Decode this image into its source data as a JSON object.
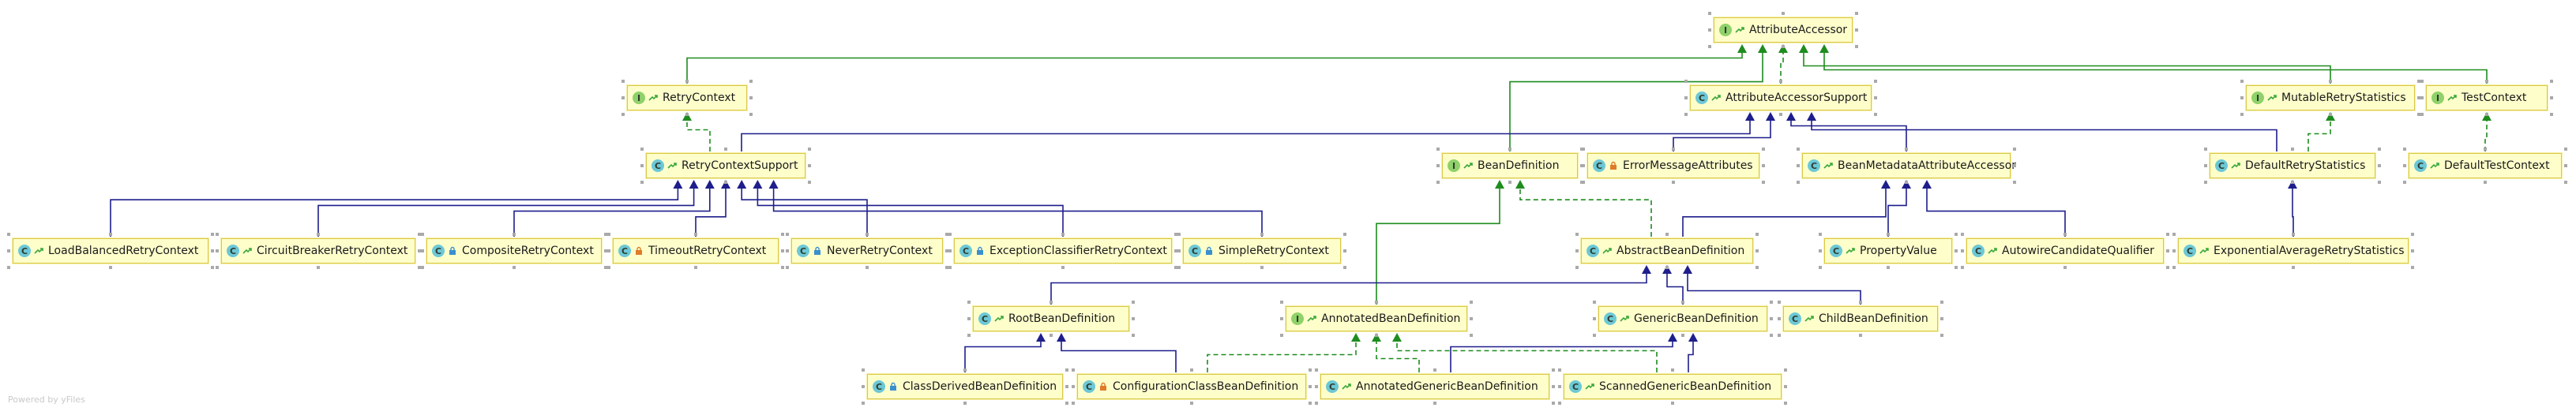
{
  "watermark": "Powered by yFiles",
  "colors": {
    "extends_edge": "#1e1e8c",
    "implements_edge": "#1e8c1e",
    "node_fill": "#fefecb",
    "node_border": "#d9c84a",
    "class_badge": "#6cc8d6",
    "interface_badge": "#8fd16a"
  },
  "legend": {
    "class_badge_letter": "C",
    "interface_badge_letter": "I"
  },
  "nodes": [
    {
      "id": "AttributeAccessor",
      "label": "AttributeAccessor",
      "kind": "interface",
      "visibility": "public"
    },
    {
      "id": "RetryContext",
      "label": "RetryContext",
      "kind": "interface",
      "visibility": "public"
    },
    {
      "id": "AttributeAccessorSupport",
      "label": "AttributeAccessorSupport",
      "kind": "class",
      "visibility": "public"
    },
    {
      "id": "MutableRetryStatistics",
      "label": "MutableRetryStatistics",
      "kind": "interface",
      "visibility": "public"
    },
    {
      "id": "TestContext",
      "label": "TestContext",
      "kind": "interface",
      "visibility": "public"
    },
    {
      "id": "RetryContextSupport",
      "label": "RetryContextSupport",
      "kind": "class",
      "visibility": "public"
    },
    {
      "id": "BeanDefinition",
      "label": "BeanDefinition",
      "kind": "interface",
      "visibility": "public"
    },
    {
      "id": "ErrorMessageAttributes",
      "label": "ErrorMessageAttributes",
      "kind": "class",
      "visibility": "private"
    },
    {
      "id": "BeanMetadataAttributeAccessor",
      "label": "BeanMetadataAttributeAccessor",
      "kind": "class",
      "visibility": "public"
    },
    {
      "id": "DefaultRetryStatistics",
      "label": "DefaultRetryStatistics",
      "kind": "class",
      "visibility": "public"
    },
    {
      "id": "DefaultTestContext",
      "label": "DefaultTestContext",
      "kind": "class",
      "visibility": "public"
    },
    {
      "id": "LoadBalancedRetryContext",
      "label": "LoadBalancedRetryContext",
      "kind": "class",
      "visibility": "public"
    },
    {
      "id": "CircuitBreakerRetryContext",
      "label": "CircuitBreakerRetryContext",
      "kind": "class",
      "visibility": "public"
    },
    {
      "id": "CompositeRetryContext",
      "label": "CompositeRetryContext",
      "kind": "class",
      "visibility": "package"
    },
    {
      "id": "TimeoutRetryContext",
      "label": "TimeoutRetryContext",
      "kind": "class",
      "visibility": "private"
    },
    {
      "id": "NeverRetryContext",
      "label": "NeverRetryContext",
      "kind": "class",
      "visibility": "package"
    },
    {
      "id": "ExceptionClassifierRetryContext",
      "label": "ExceptionClassifierRetryContext",
      "kind": "class",
      "visibility": "package"
    },
    {
      "id": "SimpleRetryContext",
      "label": "SimpleRetryContext",
      "kind": "class",
      "visibility": "package"
    },
    {
      "id": "AbstractBeanDefinition",
      "label": "AbstractBeanDefinition",
      "kind": "class",
      "visibility": "public"
    },
    {
      "id": "PropertyValue",
      "label": "PropertyValue",
      "kind": "class",
      "visibility": "public"
    },
    {
      "id": "AutowireCandidateQualifier",
      "label": "AutowireCandidateQualifier",
      "kind": "class",
      "visibility": "public"
    },
    {
      "id": "ExponentialAverageRetryStatistics",
      "label": "ExponentialAverageRetryStatistics",
      "kind": "class",
      "visibility": "public"
    },
    {
      "id": "RootBeanDefinition",
      "label": "RootBeanDefinition",
      "kind": "class",
      "visibility": "public"
    },
    {
      "id": "AnnotatedBeanDefinition",
      "label": "AnnotatedBeanDefinition",
      "kind": "interface",
      "visibility": "public"
    },
    {
      "id": "GenericBeanDefinition",
      "label": "GenericBeanDefinition",
      "kind": "class",
      "visibility": "public"
    },
    {
      "id": "ChildBeanDefinition",
      "label": "ChildBeanDefinition",
      "kind": "class",
      "visibility": "public"
    },
    {
      "id": "ClassDerivedBeanDefinition",
      "label": "ClassDerivedBeanDefinition",
      "kind": "class",
      "visibility": "package"
    },
    {
      "id": "ConfigurationClassBeanDefinition",
      "label": "ConfigurationClassBeanDefinition",
      "kind": "class",
      "visibility": "private"
    },
    {
      "id": "AnnotatedGenericBeanDefinition",
      "label": "AnnotatedGenericBeanDefinition",
      "kind": "class",
      "visibility": "public"
    },
    {
      "id": "ScannedGenericBeanDefinition",
      "label": "ScannedGenericBeanDefinition",
      "kind": "class",
      "visibility": "public"
    }
  ],
  "edges": [
    {
      "from": "RetryContext",
      "to": "AttributeAccessor",
      "type": "extends"
    },
    {
      "from": "AttributeAccessorSupport",
      "to": "AttributeAccessor",
      "type": "implements"
    },
    {
      "from": "MutableRetryStatistics",
      "to": "AttributeAccessor",
      "type": "extends"
    },
    {
      "from": "TestContext",
      "to": "AttributeAccessor",
      "type": "extends"
    },
    {
      "from": "BeanDefinition",
      "to": "AttributeAccessor",
      "type": "extends"
    },
    {
      "from": "RetryContextSupport",
      "to": "RetryContext",
      "type": "implements"
    },
    {
      "from": "RetryContextSupport",
      "to": "AttributeAccessorSupport",
      "type": "inherits"
    },
    {
      "from": "ErrorMessageAttributes",
      "to": "AttributeAccessorSupport",
      "type": "inherits"
    },
    {
      "from": "BeanMetadataAttributeAccessor",
      "to": "AttributeAccessorSupport",
      "type": "inherits"
    },
    {
      "from": "DefaultRetryStatistics",
      "to": "AttributeAccessorSupport",
      "type": "inherits"
    },
    {
      "from": "DefaultRetryStatistics",
      "to": "MutableRetryStatistics",
      "type": "implements"
    },
    {
      "from": "DefaultTestContext",
      "to": "TestContext",
      "type": "implements"
    },
    {
      "from": "LoadBalancedRetryContext",
      "to": "RetryContextSupport",
      "type": "inherits"
    },
    {
      "from": "CircuitBreakerRetryContext",
      "to": "RetryContextSupport",
      "type": "inherits"
    },
    {
      "from": "CompositeRetryContext",
      "to": "RetryContextSupport",
      "type": "inherits"
    },
    {
      "from": "TimeoutRetryContext",
      "to": "RetryContextSupport",
      "type": "inherits"
    },
    {
      "from": "NeverRetryContext",
      "to": "RetryContextSupport",
      "type": "inherits"
    },
    {
      "from": "ExceptionClassifierRetryContext",
      "to": "RetryContextSupport",
      "type": "inherits"
    },
    {
      "from": "SimpleRetryContext",
      "to": "RetryContextSupport",
      "type": "inherits"
    },
    {
      "from": "AbstractBeanDefinition",
      "to": "BeanMetadataAttributeAccessor",
      "type": "inherits"
    },
    {
      "from": "AbstractBeanDefinition",
      "to": "BeanDefinition",
      "type": "implements"
    },
    {
      "from": "PropertyValue",
      "to": "BeanMetadataAttributeAccessor",
      "type": "inherits"
    },
    {
      "from": "AutowireCandidateQualifier",
      "to": "BeanMetadataAttributeAccessor",
      "type": "inherits"
    },
    {
      "from": "ExponentialAverageRetryStatistics",
      "to": "DefaultRetryStatistics",
      "type": "inherits"
    },
    {
      "from": "AnnotatedBeanDefinition",
      "to": "BeanDefinition",
      "type": "extends"
    },
    {
      "from": "RootBeanDefinition",
      "to": "AbstractBeanDefinition",
      "type": "inherits"
    },
    {
      "from": "GenericBeanDefinition",
      "to": "AbstractBeanDefinition",
      "type": "inherits"
    },
    {
      "from": "ChildBeanDefinition",
      "to": "AbstractBeanDefinition",
      "type": "inherits"
    },
    {
      "from": "ClassDerivedBeanDefinition",
      "to": "RootBeanDefinition",
      "type": "inherits"
    },
    {
      "from": "ConfigurationClassBeanDefinition",
      "to": "RootBeanDefinition",
      "type": "inherits"
    },
    {
      "from": "ConfigurationClassBeanDefinition",
      "to": "AnnotatedBeanDefinition",
      "type": "implements"
    },
    {
      "from": "AnnotatedGenericBeanDefinition",
      "to": "AnnotatedBeanDefinition",
      "type": "implements"
    },
    {
      "from": "AnnotatedGenericBeanDefinition",
      "to": "GenericBeanDefinition",
      "type": "inherits"
    },
    {
      "from": "ScannedGenericBeanDefinition",
      "to": "AnnotatedBeanDefinition",
      "type": "implements"
    },
    {
      "from": "ScannedGenericBeanDefinition",
      "to": "GenericBeanDefinition",
      "type": "inherits"
    }
  ]
}
